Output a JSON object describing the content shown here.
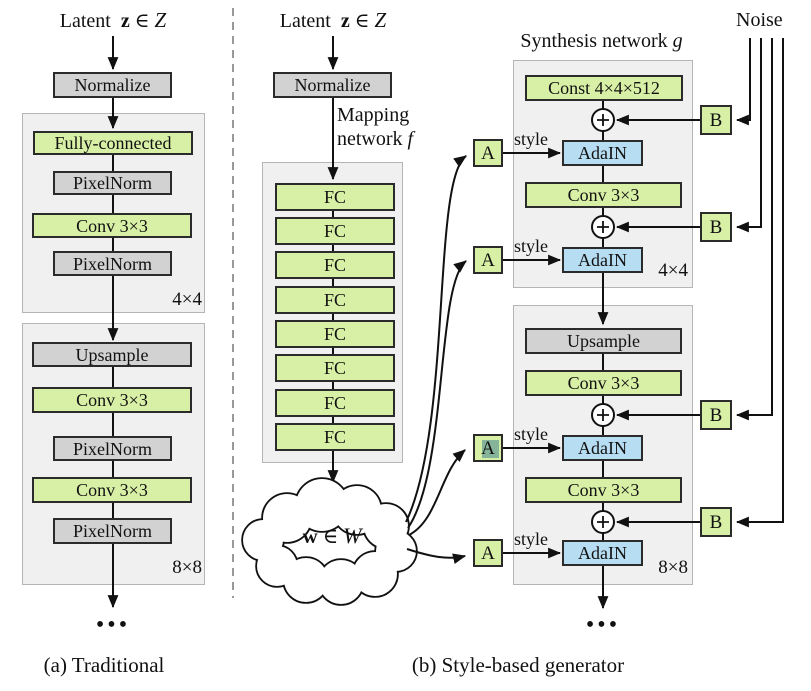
{
  "colors": {
    "box_green": "#d8f0a6",
    "box_gray": "#d2d2d2",
    "box_blue": "#b7ddf2",
    "panel_bg": "#f0f0f0",
    "panel_border": "#b5b5b5",
    "line": "#111111",
    "a_highlight": "#86b49b"
  },
  "panel_a": {
    "latent": {
      "label": "Latent",
      "var": "z",
      "in": "∈",
      "space": "Z"
    },
    "normalize": "Normalize",
    "block4": {
      "layers": [
        "Fully-connected",
        "PixelNorm",
        "Conv 3×3",
        "PixelNorm"
      ],
      "size": "4×4"
    },
    "block8": {
      "layers": [
        "Upsample",
        "Conv 3×3",
        "PixelNorm",
        "Conv 3×3",
        "PixelNorm"
      ],
      "size": "8×8"
    },
    "ellipsis": "•••",
    "caption": "(a) Traditional"
  },
  "panel_b": {
    "latent": {
      "label": "Latent",
      "var": "z",
      "in": "∈",
      "space": "Z"
    },
    "normalize": "Normalize",
    "mapping": {
      "line1": "Mapping",
      "line2": "network",
      "fn": "f"
    },
    "fc": [
      "FC",
      "FC",
      "FC",
      "FC",
      "FC",
      "FC",
      "FC",
      "FC"
    ],
    "w": {
      "var": "w",
      "in": "∈",
      "space": "W"
    },
    "ellipsis": "•••",
    "caption": "(b) Style-based generator"
  },
  "synthesis": {
    "title": "Synthesis network",
    "fn": "g",
    "noise": "Noise",
    "a_label": "A",
    "b_label": "B",
    "style": "style",
    "adain": "AdaIN",
    "block4": {
      "const": "Const 4×4×512",
      "conv": "Conv 3×3",
      "size": "4×4"
    },
    "block8": {
      "upsample": "Upsample",
      "conv1": "Conv 3×3",
      "conv2": "Conv 3×3",
      "size": "8×8"
    }
  }
}
